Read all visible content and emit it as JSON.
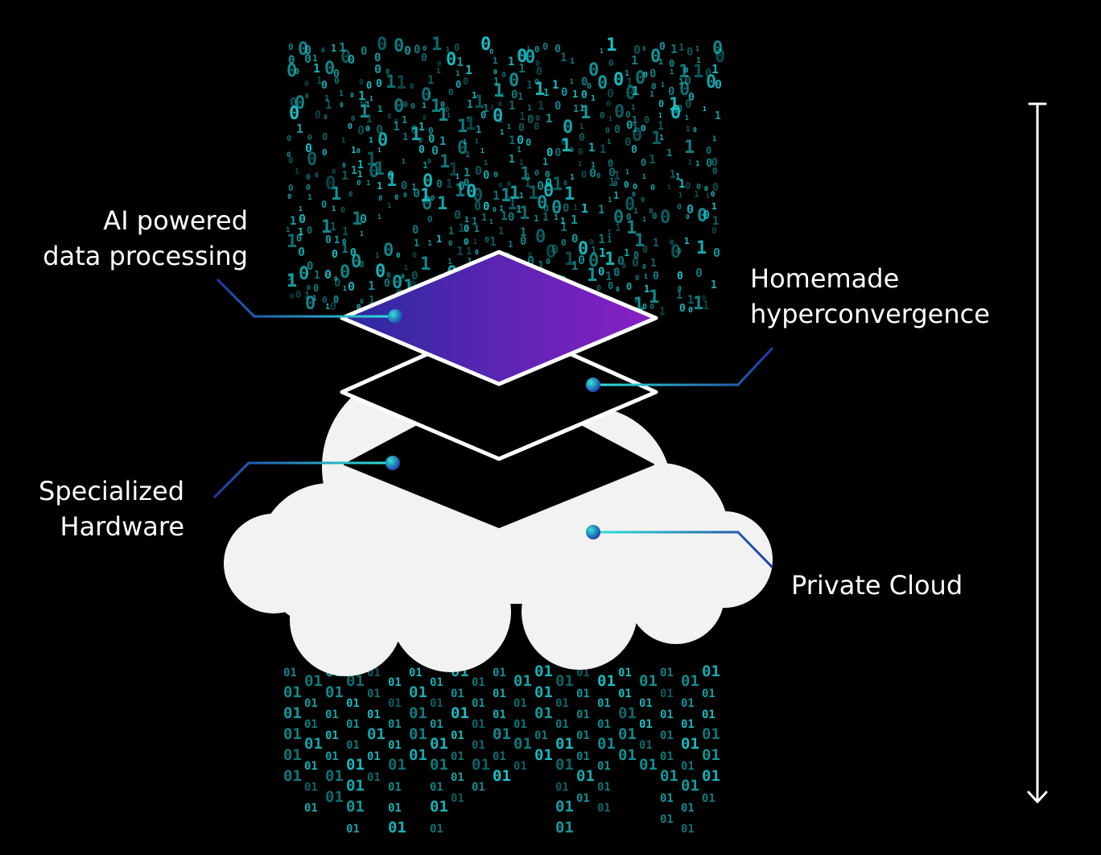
{
  "labels": {
    "ai_processing": {
      "line1": "AI powered",
      "line2": "data processing"
    },
    "hyperconvergence": {
      "line1": "Homemade",
      "line2": "hyperconvergence"
    },
    "hardware": {
      "line1": "Specialized",
      "line2": "Hardware"
    },
    "private_cloud": {
      "text": "Private Cloud"
    }
  },
  "colors": {
    "background": "#000000",
    "text": "#ffffff",
    "binary_digits": "#19c3c9",
    "cloud": "#f2f2f2",
    "top_layer_gradient_start": "#2a2aa0",
    "top_layer_gradient_end": "#8a1fc4",
    "connector_start": "#2ee6d6",
    "connector_end": "#1f3aa8"
  },
  "icons": {
    "arrow": "vertical-double-arrow-icon",
    "cloud": "cloud-icon",
    "layer": "diamond-layer-icon"
  }
}
